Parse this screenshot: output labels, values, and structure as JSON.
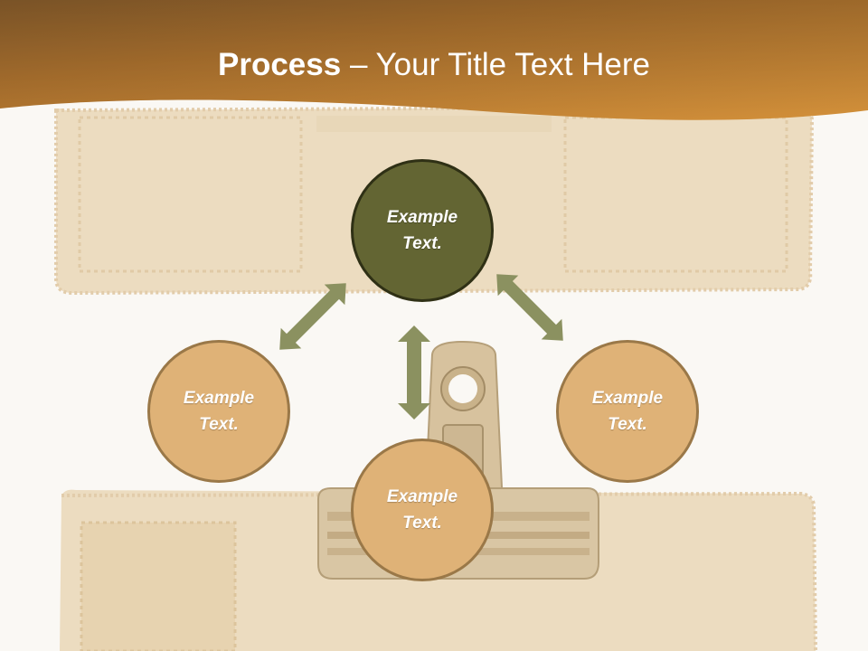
{
  "slide": {
    "title_bold": "Process",
    "title_rest": " – Your Title Text Here"
  },
  "nodes": {
    "top": "Example Text.",
    "left": "Example Text.",
    "right": "Example Text.",
    "bottom": "Example Text."
  },
  "colors": {
    "header": "#c98a36",
    "top_circle": "#636533",
    "tan_circle": "#dfb277",
    "arrow": "#8b9160",
    "paper": "#ecdcc0"
  },
  "icons": [
    "double-arrow-icon",
    "binder-clip-icon"
  ]
}
